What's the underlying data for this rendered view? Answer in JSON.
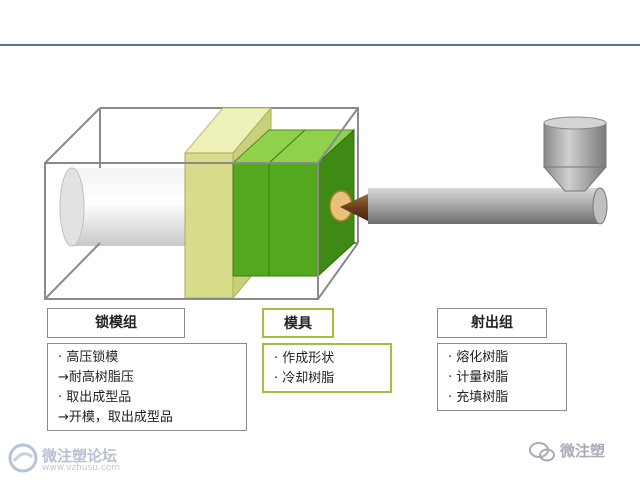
{
  "sections": {
    "clamping": {
      "title": "锁模组",
      "items": [
        "· 高压锁模",
        "→耐高树脂压",
        "· 取出成型品",
        "→开模，取出成型品"
      ]
    },
    "mold": {
      "title": "模具",
      "items": [
        "· 作成形状",
        "· 冷却树脂"
      ]
    },
    "injection": {
      "title": "射出组",
      "items": [
        "· 熔化树脂",
        "· 计量树脂",
        "· 充填树脂"
      ]
    }
  },
  "watermarks": {
    "left_text": "微注塑论坛",
    "left_url": "www.vzhusu.com",
    "right_text": "微注塑"
  },
  "colors": {
    "header_line": "#5d7690",
    "platen_face": "#d6dc8a",
    "mold_face": "#54a81f",
    "barrel": "#9a9a9a",
    "nozzle": "#8b5a2b"
  }
}
